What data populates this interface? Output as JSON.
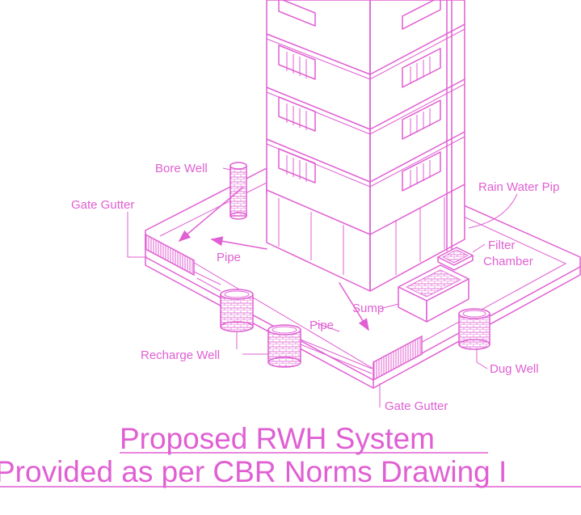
{
  "colors": {
    "line": "#e05fd3",
    "background": "#ffffff"
  },
  "labels": {
    "bore_well": "Bore Well",
    "gate_gutter_left": "Gate Gutter",
    "pipe_left": "Pipe",
    "rain_water_pipe": "Rain Water Pip",
    "filter_chamber_line1": "Filter",
    "filter_chamber_line2": "Chamber",
    "sump": "Sump",
    "pipe_front": "Pipe",
    "recharge_well": "Recharge Well",
    "dug_well": "Dug Well",
    "gate_gutter_front": "Gate Gutter"
  },
  "title": {
    "line1": "Proposed RWH System",
    "line2": "Provided as per CBR Norms Drawing I"
  }
}
